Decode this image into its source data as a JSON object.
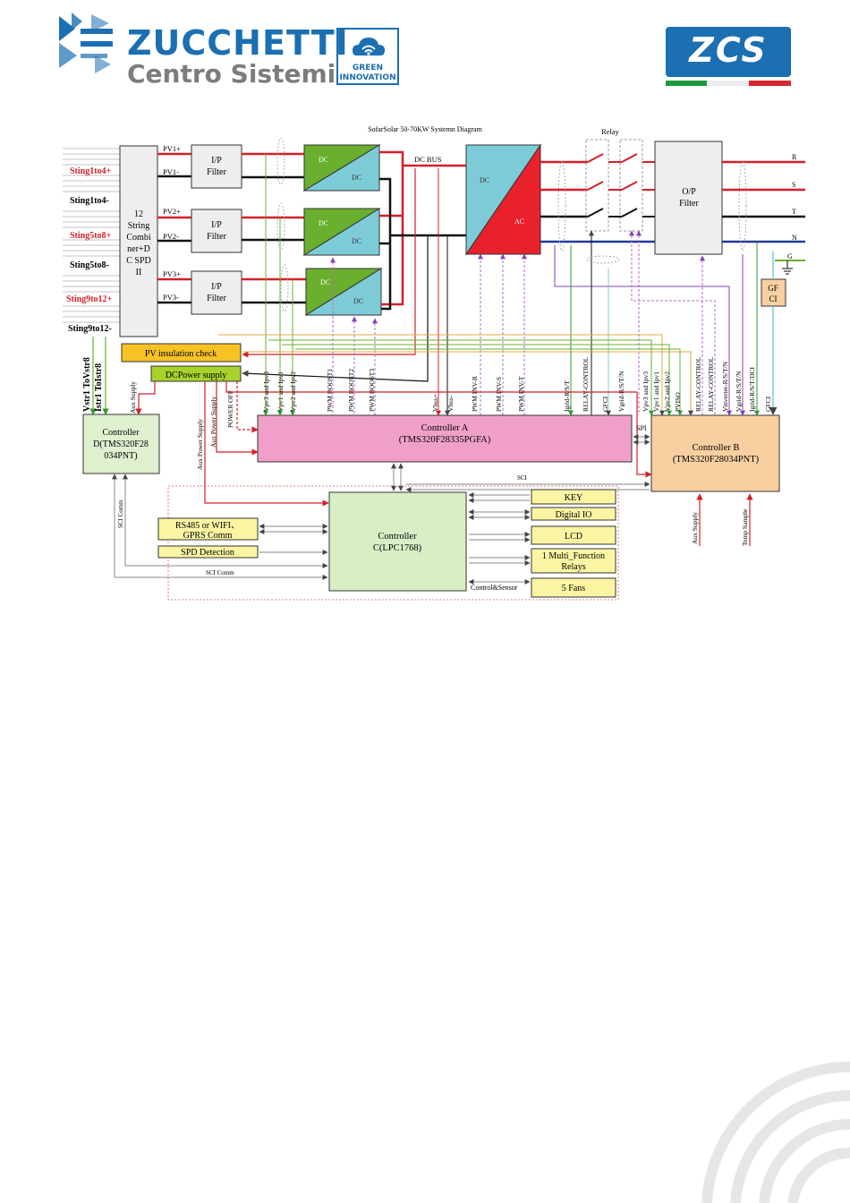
{
  "header": {
    "brand_name": "ZUCCHETTI",
    "brand_sub": "Centro Sistemi",
    "badge_line1": "GREEN",
    "badge_line2": "INNOVATION",
    "logo_right": "ZCS"
  },
  "diagram": {
    "title": "SofarSolar 50-70KW Systemn Diagram",
    "strings_left": [
      "Sting1to4+",
      "Sting1to4-",
      "Sting5to8+",
      "Sting5to8-",
      "Sting9to12+",
      "Sting9to12-"
    ],
    "combiner_label": "12 String Combi ner+D C SPD II",
    "combiner_lines": [
      "12",
      "String",
      "Combi",
      "ner+D",
      "C SPD",
      "II"
    ],
    "pv_labels": [
      "PV1+",
      "PV1-",
      "PV2+",
      "PV2-",
      "PV3+",
      "PV3-"
    ],
    "filter_label_line1": "I/P",
    "filter_label_line2": "Filter",
    "dcdc_top": "DC",
    "dcdc_bottom": "DC",
    "dc_bus": "DC BUS",
    "inverter_dc": "DC",
    "inverter_ac": "AC",
    "relay_label": "Relay",
    "op_filter_line1": "O/P",
    "op_filter_line2": "Filter",
    "phases": [
      "R",
      "S",
      "T",
      "N",
      "G"
    ],
    "gfci_box_line1": "GF",
    "gfci_box_line2": "CI",
    "pv_insulation": "PV insulation check",
    "dc_power_supply": "DCPower supply",
    "vstr_labels": [
      "Vstr1 ToVstr8",
      "Istr1 ToIstr8"
    ],
    "aux_supply_d": "Aux Supply",
    "aux_power_supply_1": "Aux Power Supply",
    "aux_power_supply_2": "Aux Power Supply",
    "power_off": "POWER OFF",
    "controller_d_line1": "Controller",
    "controller_d_line2": "D(TMS320F28",
    "controller_d_line3": "034PNT)",
    "controller_a_line1": "Controller  A",
    "controller_a_line2": "(TMS320F28335PGFA)",
    "controller_b_line1": "Controller  B",
    "controller_b_line2": "(TMS320F28034PNT)",
    "controller_c_line1": "Controller",
    "controller_c_line2": "C(LPC1768)",
    "signals_a": [
      "Vpv3 and Ipv3",
      "Vpv1 and Ipv1",
      "Vpv2 and Ipv2",
      "PWM BOOST1",
      "PWM BOOST2",
      "PWM BOOST3",
      "Vbus+",
      "Vbus-",
      "PWM INV-R",
      "PWM INV-S",
      "PWM INV-T",
      "Igrid-R/S/T",
      "RELAY-CONTROL",
      "GFCI",
      "Vgrid-R/S/T/N"
    ],
    "signals_b": [
      "Vpv3 and Ipv3",
      "Vpv1 and Ipv1",
      "Vpv2 and Ipv2",
      "PVISO",
      "RELAY-CONTROL",
      "RELAY-CONTROL",
      "Vinverter-R/S/T/N",
      "Vgrid-R/S/T/N",
      "Igrid-R/S/T/DCI",
      "GFCI"
    ],
    "spi": "SPI",
    "sci": "SCI",
    "sci_comm": "SCI Comm",
    "sci_comm_bottom": "SCI Comm",
    "aux_supply_b": "Aux Supply",
    "temp_sample": "Temp Sample",
    "rs485_line1": "RS485 or WIFI、",
    "rs485_line2": "GPRS  Comm",
    "spd_detection": "SPD Detection",
    "right_boxes": [
      "KEY",
      "Digital IO",
      "LCD",
      "1 Multi_Function Relays",
      "5 Fans"
    ],
    "relays_line1": "1 Multi_Function",
    "relays_line2": "Relays",
    "control_sensor": "Control&Sensor"
  },
  "colors": {
    "brand_blue": "#1b6fb3",
    "brand_grey": "#7c7c7c",
    "dc_green": "#6aaf2e",
    "dc_cyan": "#7ecbd8",
    "ac_red": "#e8212b",
    "ctrl_a_pink": "#f0a0c8",
    "ctrl_b_orange": "#f8cfa0",
    "ctrl_d_green": "#dff0cf",
    "ctrl_c_green": "#d8efc6",
    "yellow_box": "#fbf5a3",
    "orange_box": "#f6c224",
    "lime_box": "#a6d22b"
  },
  "icons": {
    "zucchetti_mark": "arrow-chevrons-icon",
    "green_badge": "cloud-wifi-icon",
    "zcs_flag": "italian-flag-stripe-icon",
    "ground": "ground-icon",
    "deco": "concentric-arcs-icon"
  }
}
